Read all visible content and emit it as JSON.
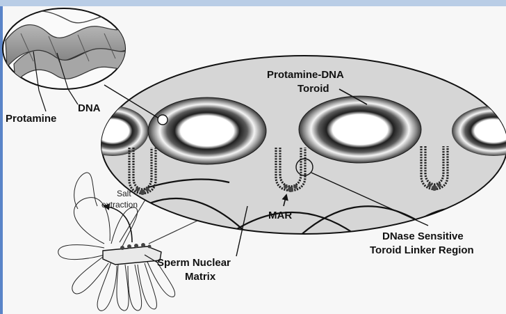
{
  "labels": {
    "protamine": "Protamine",
    "dna": "DNA",
    "toroid_line1": "Protamine-DNA",
    "toroid_line2": "Toroid",
    "mar": "MAR",
    "salt_line1": "Salt",
    "salt_line2": "extraction",
    "matrix_line1": "Sperm Nuclear",
    "matrix_line2": "Matrix",
    "linker_line1": "DNase Sensitive",
    "linker_line2": "Toroid Linker Region"
  },
  "colors": {
    "top_bar": "#b9cde6",
    "left_rule": "#5a84c8",
    "ellipse_fill": "#d6d6d6",
    "ink": "#111111"
  }
}
